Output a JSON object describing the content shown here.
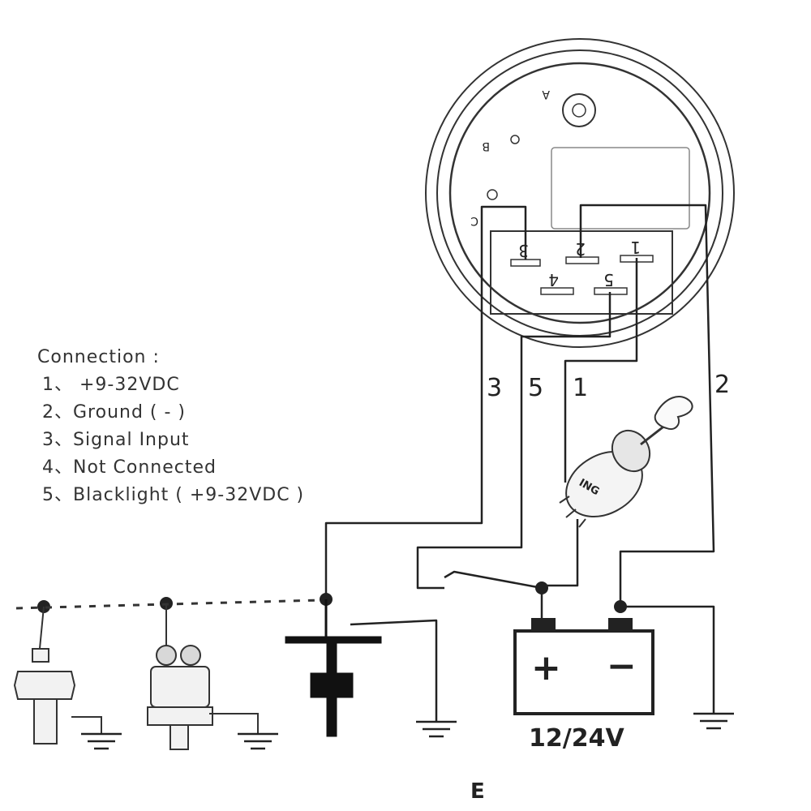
{
  "legend": {
    "title": "Connection :",
    "items": [
      "1、 +9-32VDC",
      "2、Ground ( - )",
      "3、Signal  Input",
      "4、Not Connected",
      "5、Blacklight ( +9-32VDC )"
    ]
  },
  "gauge": {
    "hole_labels": [
      "A",
      "B",
      "C"
    ],
    "pins": [
      "3",
      "2",
      "1",
      "4",
      "5"
    ]
  },
  "wire_labels": [
    "3",
    "5",
    "1",
    "2"
  ],
  "ignition_label": "ING",
  "battery": {
    "plus": "+",
    "minus": "−",
    "voltage": "12/24V"
  },
  "bottom_label": "E"
}
